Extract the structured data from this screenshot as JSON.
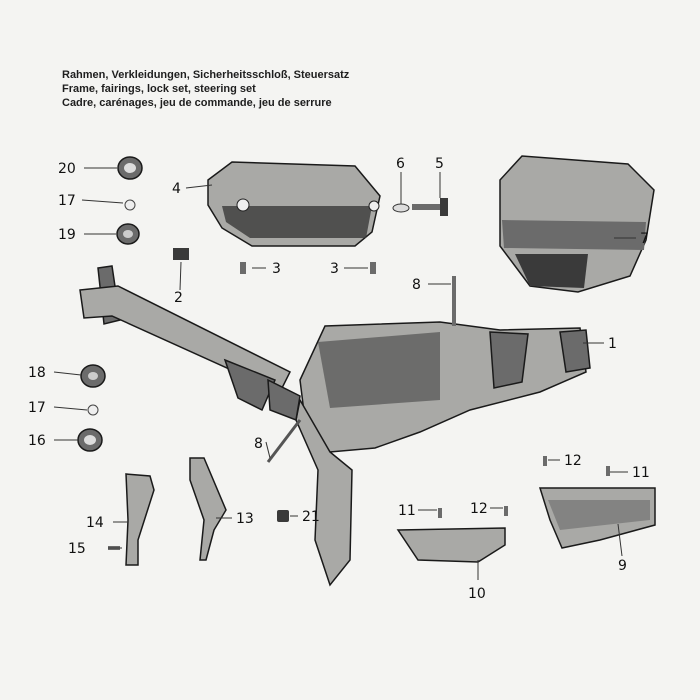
{
  "header": {
    "line_de": "Rahmen, Verkleidungen, Sicherheitsschloß, Steuersatz",
    "line_en": "Frame, fairings, lock set, steering set",
    "line_fr": "Cadre, carénages, jeu de commande, jeu de serrure"
  },
  "callouts": {
    "c1": "1",
    "c2": "2",
    "c3a": "3",
    "c3b": "3",
    "c4": "4",
    "c5": "5",
    "c6": "6",
    "c7": "7",
    "c8a": "8",
    "c8b": "8",
    "c9": "9",
    "c10": "10",
    "c11a": "11",
    "c11b": "11",
    "c12a": "12",
    "c12b": "12",
    "c13": "13",
    "c14": "14",
    "c15": "15",
    "c16": "16",
    "c17a": "17",
    "c17b": "17",
    "c18": "18",
    "c19": "19",
    "c20": "20",
    "c21": "21"
  }
}
